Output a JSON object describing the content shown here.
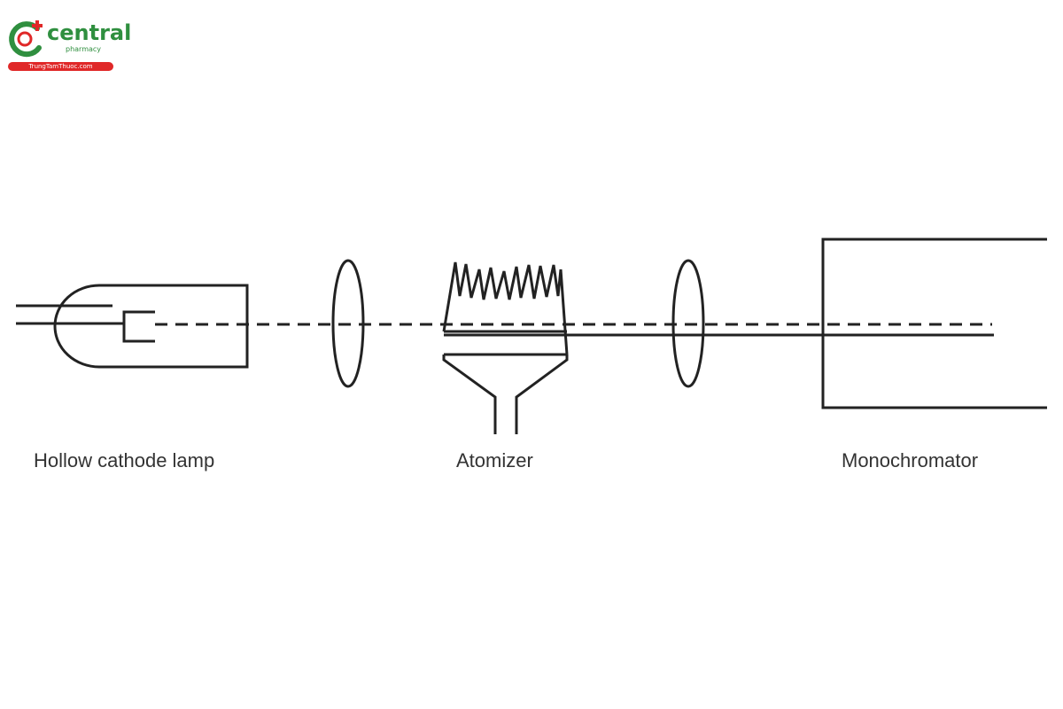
{
  "logo": {
    "brand": "central",
    "sub": "pharmacy",
    "ribbon": "TrungTamThuoc.com",
    "colors": {
      "green": "#2f8f3f",
      "red": "#e02828"
    }
  },
  "diagram": {
    "labels": {
      "lamp": "Hollow cathode lamp",
      "atomizer": "Atomizer",
      "monochromator": "Monochromator"
    },
    "line_color": "#222222"
  }
}
